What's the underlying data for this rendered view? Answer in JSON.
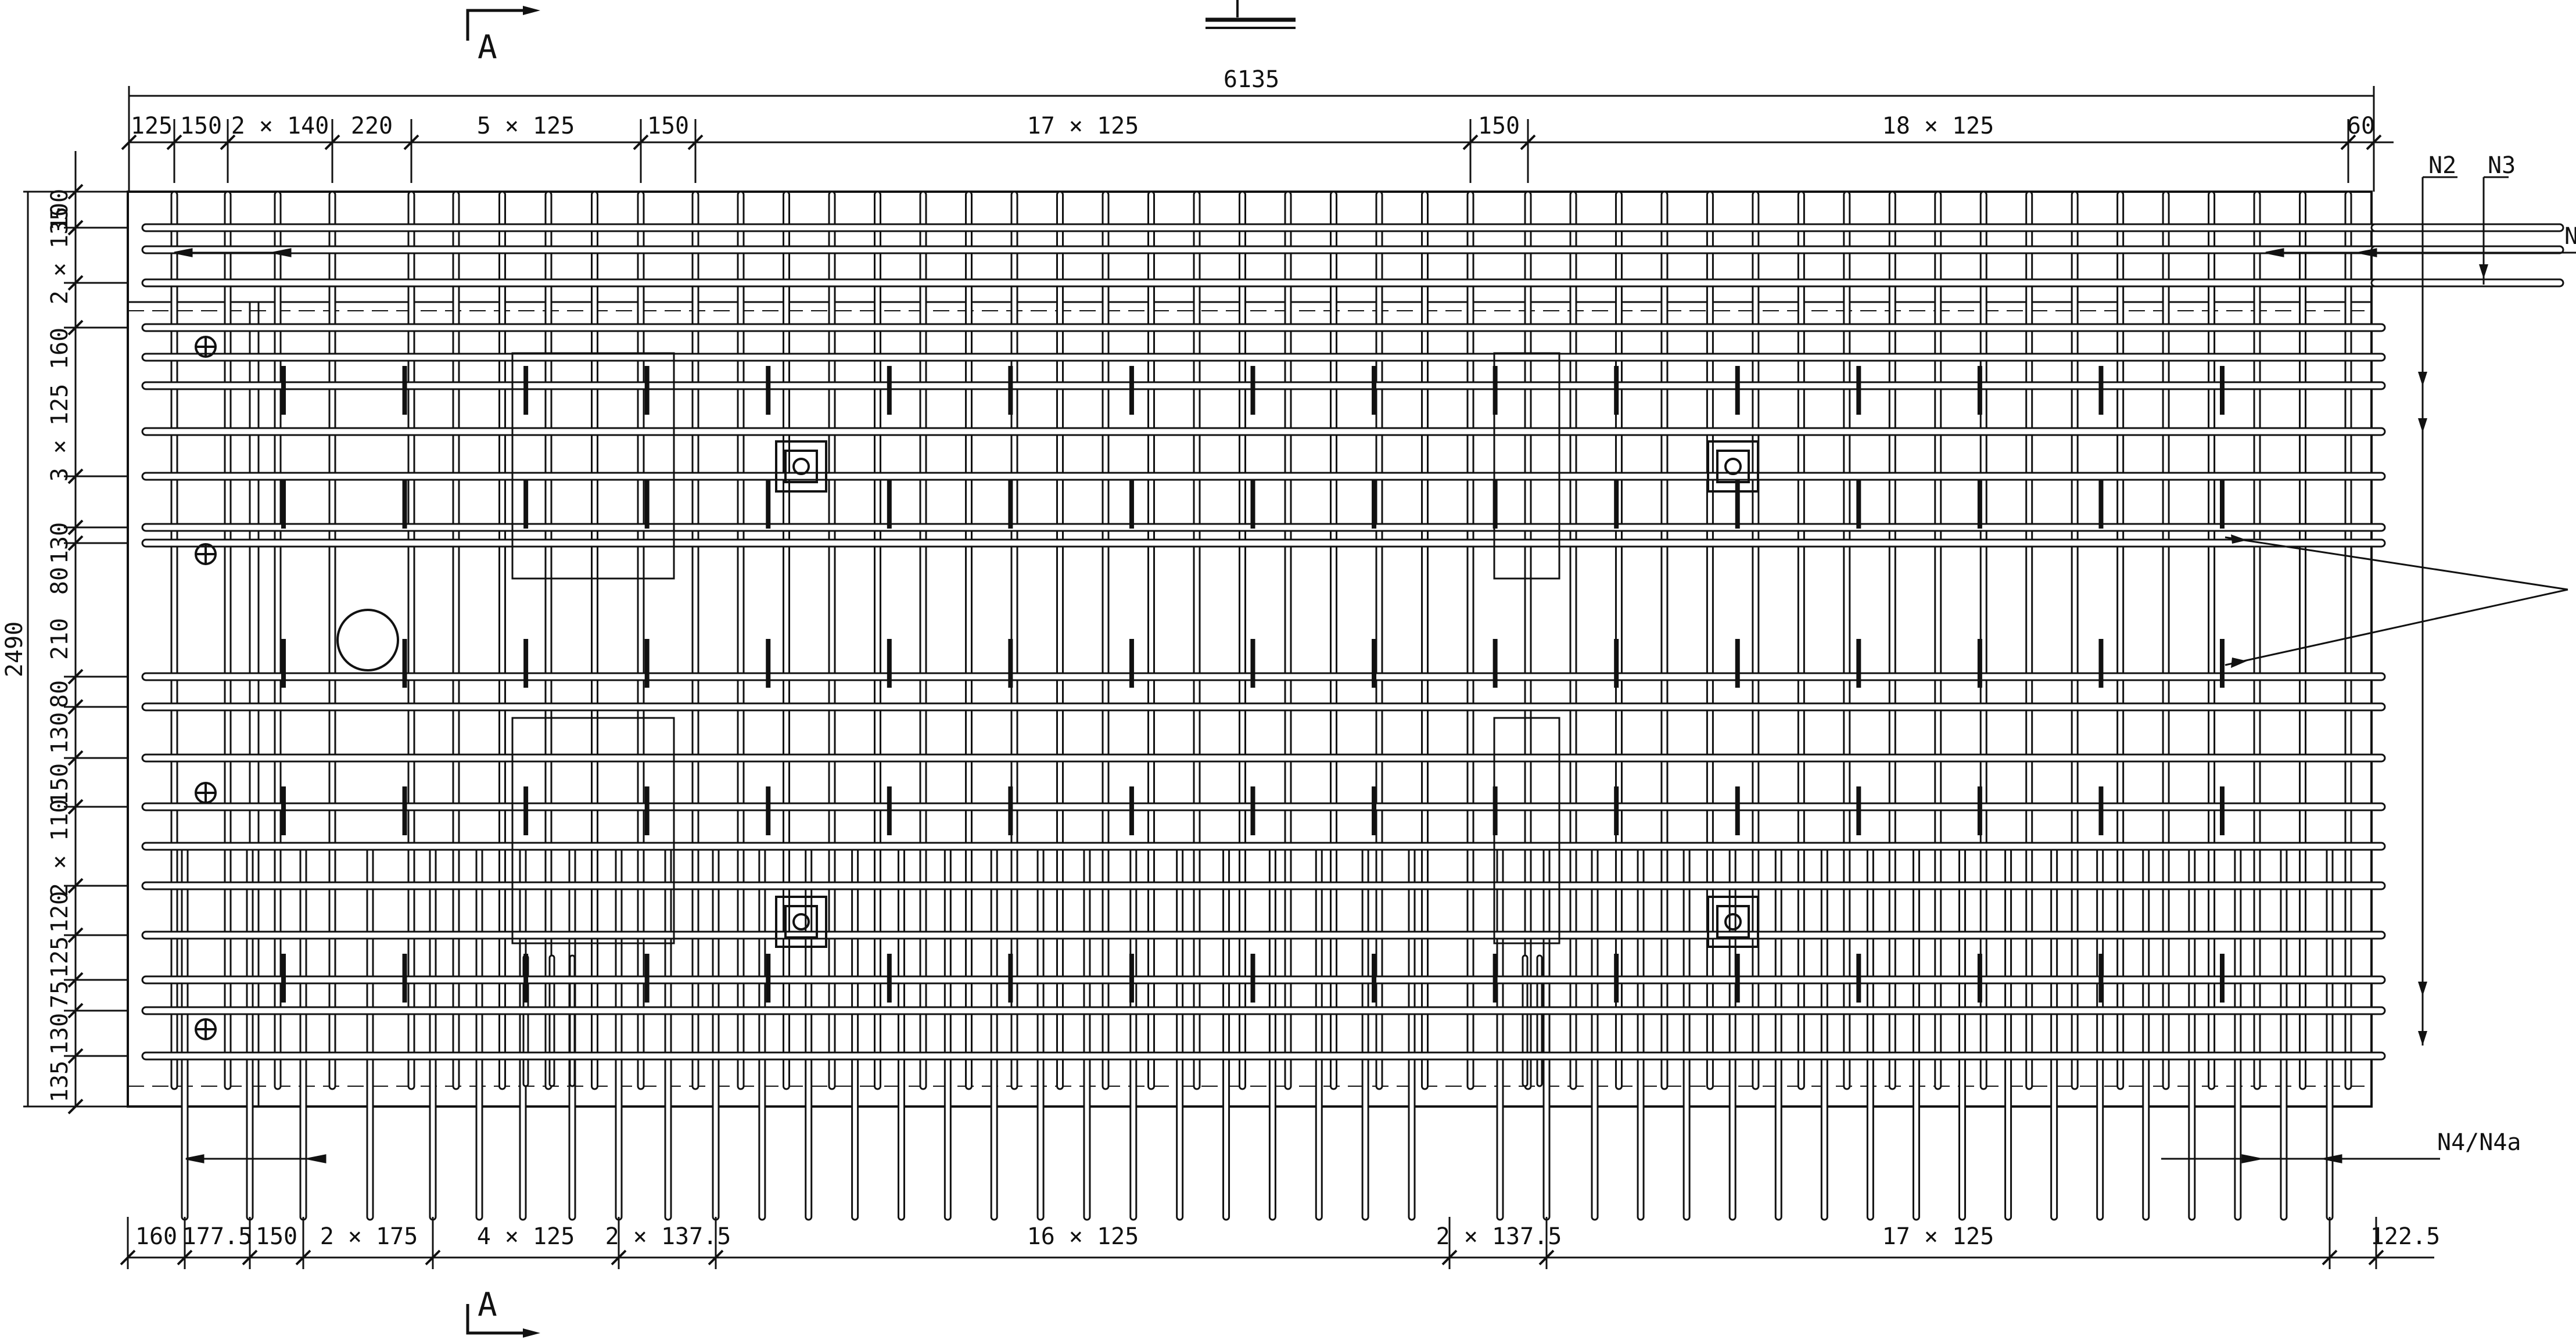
{
  "drawing": {
    "overall_width_label": "6135",
    "overall_height_label": "2490",
    "section_marker": "A",
    "top_dimensions": [
      "125",
      "150",
      "2 × 140",
      "220",
      "5 × 125",
      "150",
      "17 × 125",
      "150",
      "18 × 125",
      "60"
    ],
    "bottom_dimensions": [
      "160",
      "177.5",
      "150",
      "2 × 175",
      "4 × 125",
      "2 × 137.5",
      "16 × 125",
      "2 × 137.5",
      "17 × 125",
      "122.5"
    ],
    "left_dimensions": [
      "100",
      "2 × 135",
      "160",
      "3 × 125",
      "130",
      "80",
      "210",
      "80",
      "130",
      "150",
      "2 × 110",
      "120",
      "125",
      "75",
      "130",
      "135"
    ],
    "bar_labels": {
      "n2": "N2",
      "n3": "N3",
      "n_partial": "N",
      "n4": "N4/N4a"
    }
  }
}
